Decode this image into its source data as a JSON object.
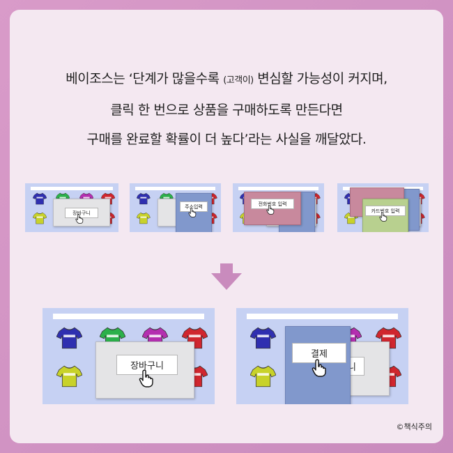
{
  "headline": {
    "line1_a": "베이조스는 ‘단계가 많을수록 ",
    "line1_small": "(고객이)",
    "line1_b": " 변심할 가능성이 커지며,",
    "line2": "클릭 한 번으로 상품을 구매하도록 만든다면",
    "line3": "구매를 완료할 확률이 더 높다’라는 사실을 깨달았다."
  },
  "top_steps": {
    "step1_label": "장바구니",
    "step2_label": "주소입력",
    "step3_label": "전화번호 입력",
    "step4_label": "카드번호 입력"
  },
  "bottom": {
    "before_label": "장바구니",
    "after_front_label": "결제",
    "after_back_label": "니"
  },
  "icons": {
    "arrow": "arrow-down-icon",
    "cursor": "hand-pointer-icon",
    "shirt": "shirt-icon"
  },
  "colors": {
    "frame": "#d99bc9",
    "card": "#f4e8f1",
    "panel": "#c6d1f3",
    "arrow": "#c98bbd",
    "popup_gray": "#e4e4e6",
    "popup_blue": "#8198cc",
    "popup_pink": "#c8899d",
    "popup_green": "#b8d08f"
  },
  "copyright": "©책식주의"
}
